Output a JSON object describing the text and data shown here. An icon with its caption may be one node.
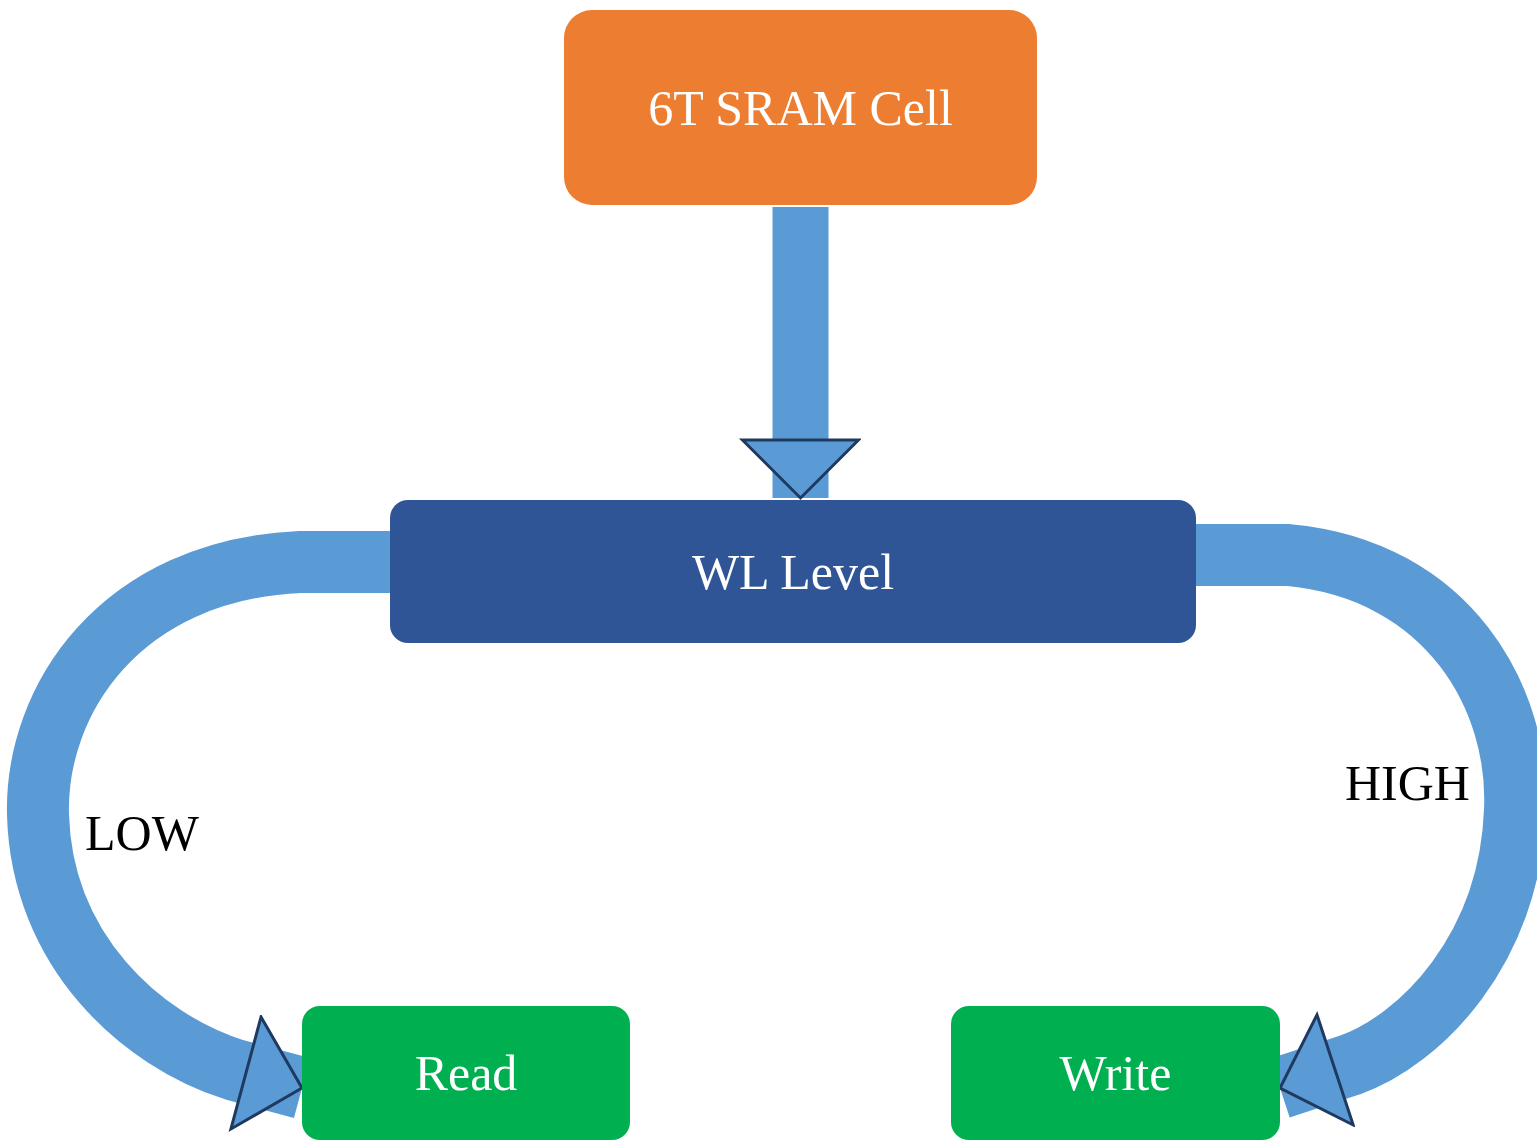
{
  "diagram": {
    "nodes": [
      {
        "text": [
          "6T SRAM Cell"
        ]
      },
      {
        "text": [
          "WL Level"
        ]
      },
      {
        "text": [
          "Read"
        ]
      },
      {
        "text": [
          "Write"
        ]
      }
    ],
    "edges": [
      {
        "from": 0,
        "to": 1,
        "arrow": "to"
      },
      {
        "from": 1,
        "to": 2,
        "arrow": "to",
        "label": "LOW"
      },
      {
        "from": 1,
        "to": 3,
        "arrow": "to",
        "label": "HIGH"
      }
    ]
  }
}
